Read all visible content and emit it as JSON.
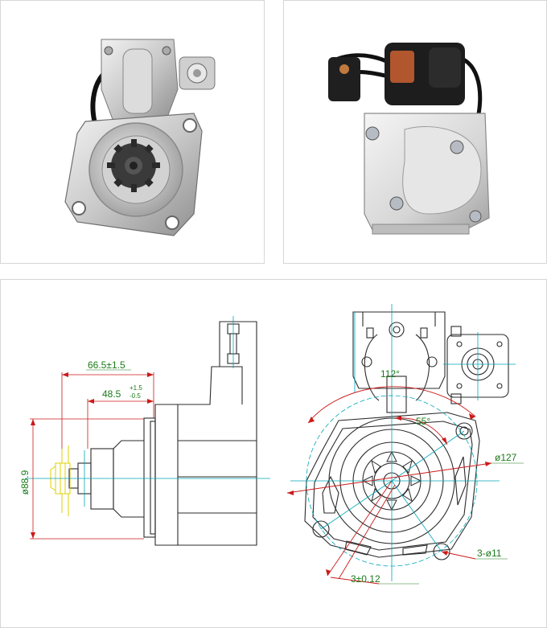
{
  "drawing": {
    "side": {
      "length_1": "66.5±1.5",
      "length_2": "48.5",
      "length_2_tol_upper": "+1.5",
      "length_2_tol_lower": "-0.5",
      "diameter": "ø88.9"
    },
    "front": {
      "angle_1": "112°",
      "angle_2": "55°",
      "diameter": "ø127",
      "holes": "3-ø11",
      "offset": "3±0.12"
    }
  },
  "colors": {
    "outline": "#2b2b2b",
    "dimension": "#cc1a1a",
    "center_line": "#00a6b8",
    "label": "#1a7a1a",
    "pinion": "#e0d000"
  }
}
